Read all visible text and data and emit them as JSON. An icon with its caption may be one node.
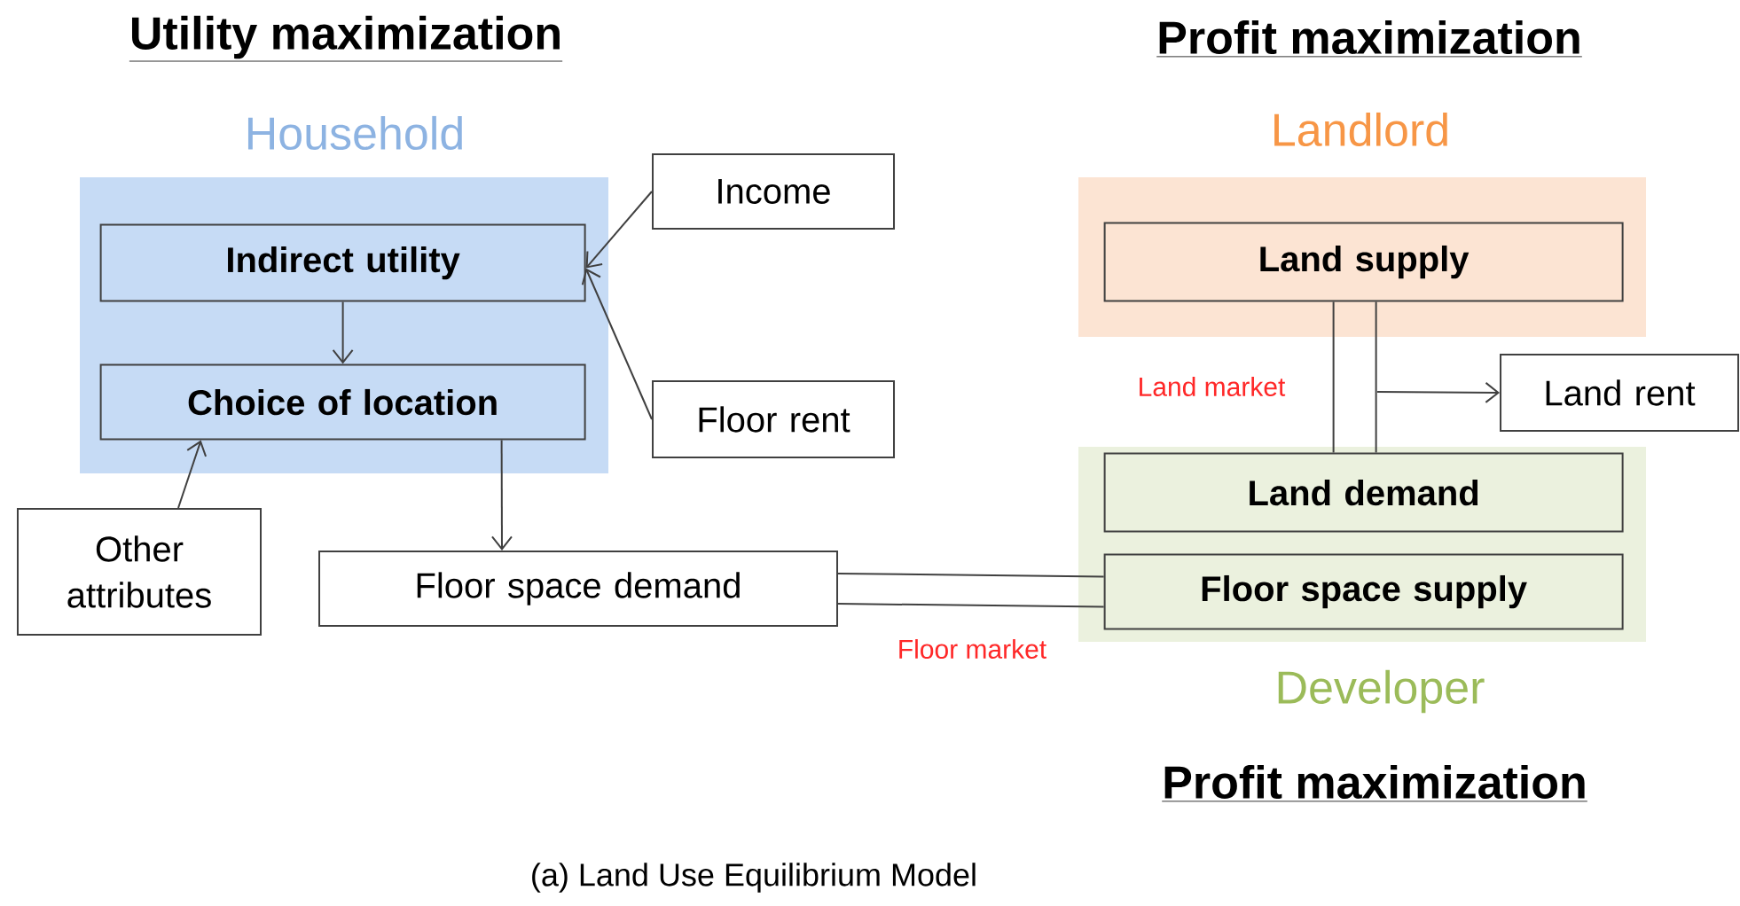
{
  "diagram": {
    "caption": "(a) Land Use Equilibrium Model",
    "nodes": [
      {
        "text": [
          "Household"
        ]
      },
      {
        "text": [
          "Indirect utility"
        ],
        "in": 0
      },
      {
        "text": [
          "Choice of location"
        ],
        "in": 0
      },
      {
        "text": [
          "Income"
        ]
      },
      {
        "text": [
          "Floor rent"
        ]
      },
      {
        "text": [
          "Other attributes"
        ]
      },
      {
        "text": [
          "Floor space demand"
        ]
      },
      {
        "text": [
          "Landlord"
        ]
      },
      {
        "text": [
          "Land supply"
        ],
        "in": 7
      },
      {
        "text": [
          "Land rent"
        ]
      },
      {
        "text": [
          "Developer"
        ]
      },
      {
        "text": [
          "Land demand"
        ],
        "in": 10
      },
      {
        "text": [
          "Floor space supply"
        ],
        "in": 10
      }
    ],
    "edges": [
      {
        "from": 1,
        "to": 2,
        "arrow": "to"
      },
      {
        "from": 3,
        "to": 1,
        "arrow": "to"
      },
      {
        "from": 4,
        "to": 1,
        "arrow": "to"
      },
      {
        "from": 5,
        "to": 2,
        "arrow": "to"
      },
      {
        "from": 2,
        "to": 6,
        "arrow": "to"
      },
      {
        "from": 8,
        "to": 11,
        "arrow": "none",
        "label": "Land market"
      },
      {
        "from": null,
        "to": 9,
        "arrow": "to"
      },
      {
        "from": 6,
        "to": 12,
        "arrow": "none",
        "label": "Floor market"
      }
    ],
    "labels": [
      "Utility maximization",
      "Profit maximization",
      "Profit maximization"
    ]
  }
}
